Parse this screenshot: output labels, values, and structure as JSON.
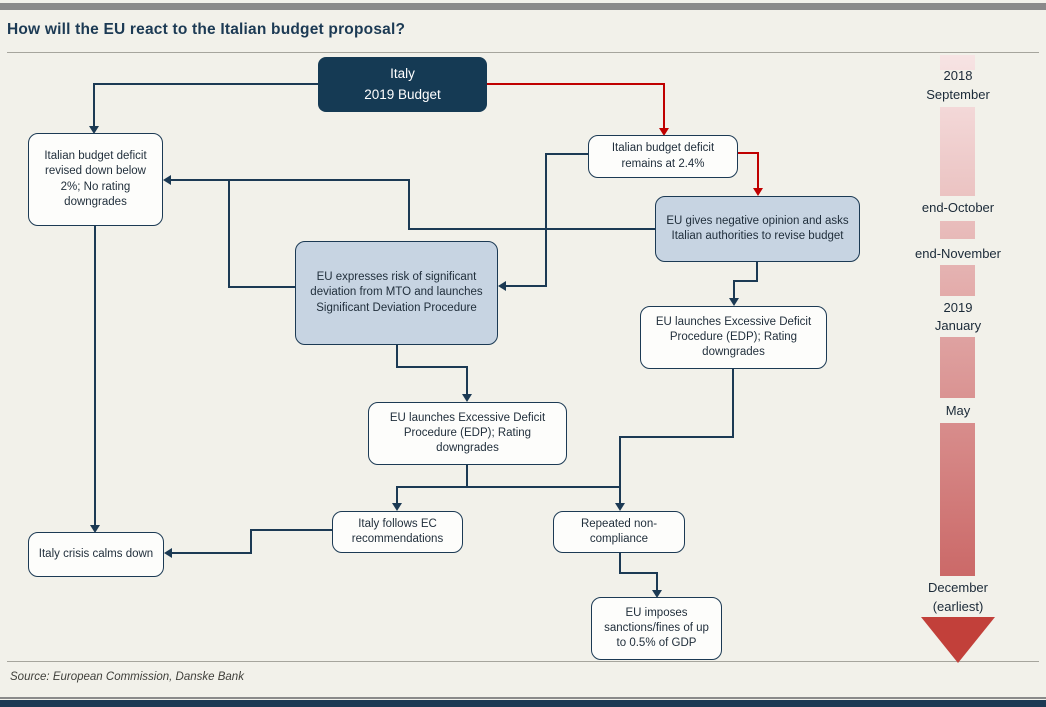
{
  "header": {
    "title": "How will the EU react to the Italian budget proposal?"
  },
  "footer": {
    "source": "Source: European Commission, Danske Bank"
  },
  "nodes": {
    "italy_budget": {
      "text": "Italy\n2019 Budget"
    },
    "deficit_revised": {
      "text": "Italian budget deficit revised down below 2%; No rating downgrades"
    },
    "deficit_remains": {
      "text": "Italian budget deficit remains at 2.4%"
    },
    "negative_opinion": {
      "text": "EU gives negative opinion and asks Italian authorities to revise budget"
    },
    "sdp": {
      "text": "EU expresses risk of significant deviation from MTO and launches Significant Deviation Procedure"
    },
    "edp_right": {
      "text": "EU launches Excessive Deficit Procedure (EDP); Rating downgrades"
    },
    "edp_center": {
      "text": "EU launches Excessive Deficit Procedure (EDP); Rating downgrades"
    },
    "follows_ec": {
      "text": "Italy follows EC recommendations"
    },
    "non_compliance": {
      "text": "Repeated non-compliance"
    },
    "crisis_calms": {
      "text": "Italy crisis calms down"
    },
    "sanctions": {
      "text": "EU imposes sanctions/fines of up to 0.5% of GDP"
    }
  },
  "timeline": {
    "labels": [
      "2018",
      "September",
      "end-October",
      "end-November",
      "2019",
      "January",
      "May",
      "December",
      "(earliest)"
    ]
  },
  "colors": {
    "navy": "#1c3a54",
    "red": "#c00000",
    "dark_node_fill": "#153a54",
    "blue_node_fill": "#c7d4e2",
    "white_node_fill": "#fdfdfb",
    "page_bg": "#f2f1ea",
    "bar_gray": "#8a8a8a",
    "rule_gray": "#a6a59d",
    "timeline_pink_light": "#f7e4e4",
    "timeline_red_dark": "#c75f5d",
    "timeline_arrow": "#c2403a"
  }
}
